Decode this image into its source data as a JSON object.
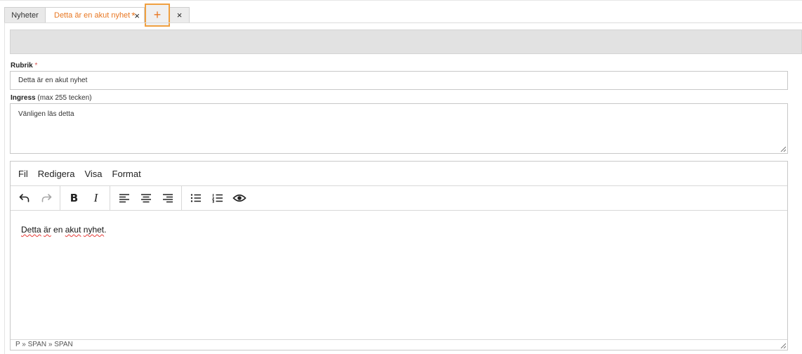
{
  "tabs": {
    "nyheter": "Nyheter",
    "active": {
      "title": "Detta är en akut nyhet",
      "modified_mark": "*",
      "close": "×"
    },
    "add": "+",
    "close_extra": "×"
  },
  "form": {
    "rubrik": {
      "label": "Rubrik",
      "required_mark": "*",
      "value": "Detta är en akut nyhet"
    },
    "ingress": {
      "label": "Ingress",
      "hint": "(max 255 tecken)",
      "value": "Vänligen läs detta"
    }
  },
  "editor": {
    "menu": [
      "Fil",
      "Redigera",
      "Visa",
      "Format"
    ],
    "toolbar_icons": [
      "undo-icon",
      "redo-icon",
      "bold-icon",
      "italic-icon",
      "align-left-icon",
      "align-center-icon",
      "align-right-icon",
      "bullet-list-icon",
      "numbered-list-icon",
      "preview-icon"
    ],
    "toolbar_labels": {
      "bold": "B",
      "italic": "I"
    },
    "content": {
      "w1": "Detta",
      "w2": "är",
      "w3": "en",
      "w4": "akut",
      "w5": "nyhet",
      "end": "."
    },
    "path": "P » SPAN » SPAN"
  },
  "colors": {
    "accent": "#e87722",
    "add_tab_border": "#f0a040",
    "header_bar": "#e2e2e2",
    "required": "#d9534f"
  }
}
